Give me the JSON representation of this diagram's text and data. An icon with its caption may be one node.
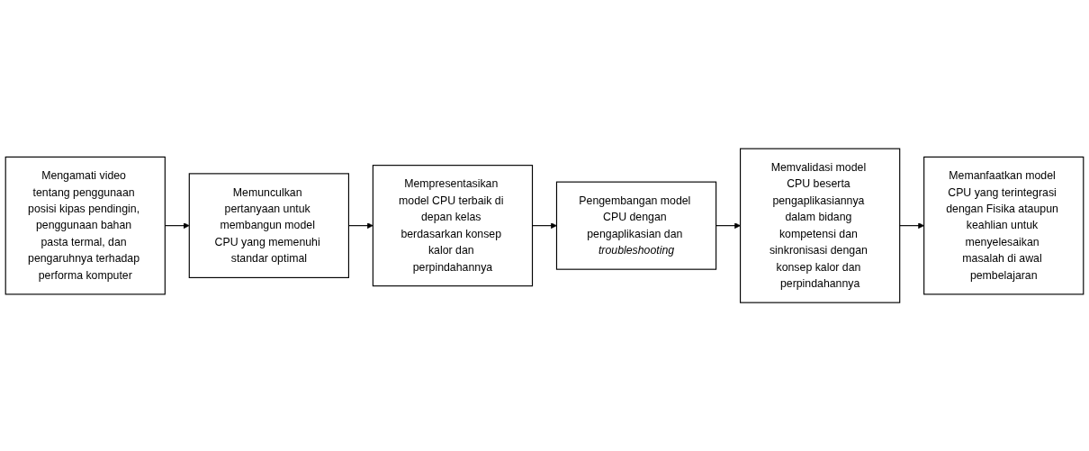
{
  "diagram": {
    "nodes": [
      {
        "text": [
          "Mengamati video tentang penggunaan posisi kipas pendingin, penggunaan bahan pasta termal, dan pengaruhnya terhadap performa komputer"
        ]
      },
      {
        "text": [
          "Memunculkan pertanyaan untuk membangun model CPU yang memenuhi standar optimal"
        ]
      },
      {
        "text": [
          "Mempresentasikan model CPU terbaik di depan kelas berdasarkan konsep kalor dan perpindahannya"
        ]
      },
      {
        "text": [
          "Pengembangan model CPU dengan pengaplikasian dan *troubleshooting*"
        ]
      },
      {
        "text": [
          "Memvalidasi model CPU beserta pengaplikasiannya dalam bidang kompetensi dan sinkronisasi dengan konsep kalor dan perpindahannya"
        ]
      },
      {
        "text": [
          "Memanfaatkan model CPU yang terintegrasi dengan Fisika ataupun keahlian untuk menyelesaikan masalah di awal pembelajaran"
        ]
      }
    ],
    "edges": [
      {
        "from": 0,
        "to": 1,
        "arrow": "to"
      },
      {
        "from": 1,
        "to": 2,
        "arrow": "to"
      },
      {
        "from": 2,
        "to": 3,
        "arrow": "to"
      },
      {
        "from": 3,
        "to": 4,
        "arrow": "to"
      },
      {
        "from": 4,
        "to": 5,
        "arrow": "to"
      }
    ]
  }
}
